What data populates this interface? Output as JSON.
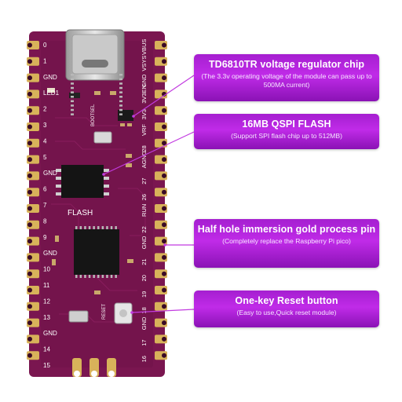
{
  "callouts": [
    {
      "title": "TD6810TR voltage regulator chip",
      "subtitle": "(The 3.3v operating voltage of the module can pass up to 500MA current)"
    },
    {
      "title": "16MB QSPI FLASH",
      "subtitle": "(Support SPI flash chip up to 512MB)"
    },
    {
      "title": "Half hole immersion gold process pin",
      "subtitle": "(Completely replace the Raspberry Pi pico)"
    },
    {
      "title": "One-key Reset button",
      "subtitle": "(Easy to use,Quick reset module)"
    }
  ],
  "board": {
    "left_pins": [
      "0",
      "1",
      "GND",
      "LED1",
      "2",
      "3",
      "4",
      "5",
      "GND",
      "6",
      "7",
      "8",
      "9",
      "GND",
      "10",
      "11",
      "12",
      "13",
      "GND",
      "14",
      "15"
    ],
    "right_pins": [
      "VBUS",
      "VSYS",
      "GND",
      "3V3EN",
      "3V3",
      "VRF",
      "28",
      "AGND",
      "27",
      "26",
      "RUN",
      "22",
      "GND",
      "21",
      "20",
      "19",
      "18",
      "GND",
      "17",
      "16"
    ],
    "bootsel_label": "BOOTSEL",
    "flash_label": "FLASH",
    "reset_label": "RESET"
  },
  "colors": {
    "board": "#7a1650",
    "board_dark": "#5c0d3b",
    "pad": "#d8b25a",
    "callout": "#b01fdc",
    "leader": "#c23be0"
  }
}
